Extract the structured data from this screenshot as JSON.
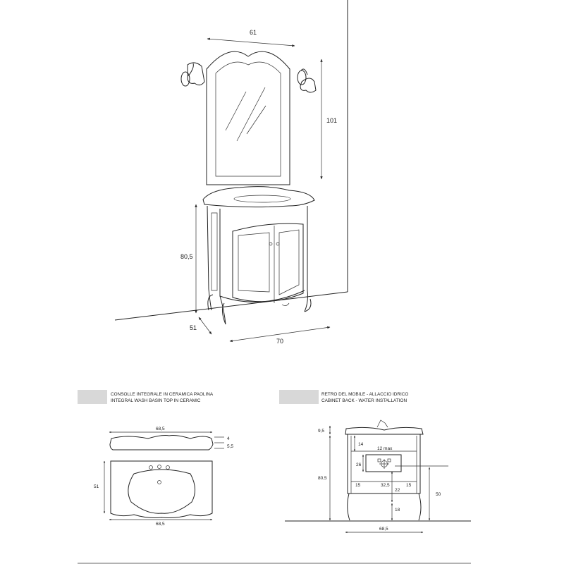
{
  "main_view": {
    "mirror_width": "61",
    "mirror_height": "101",
    "cabinet_height": "80,5",
    "cabinet_depth": "51",
    "cabinet_width": "70"
  },
  "basin_section": {
    "caption_it": "CONSOLLE INTEGRALE IN CERAMICA  PAOLINA",
    "caption_en": "INTEGRAL WASH BASIN TOP IN CERAMIC",
    "top_width": "68,5",
    "thickness_a": "4",
    "thickness_b": "5,5",
    "plan_depth": "51",
    "plan_width": "68,5"
  },
  "back_section": {
    "caption_it": "RETRO DEL MOBILE - ALLACCIO IDRICO",
    "caption_en": "CABINET BACK - WATER INSTALLATION",
    "top_offset": "9,5",
    "total_height": "80,5",
    "top_gap": "14",
    "max_note": "12 max",
    "opening_height": "26",
    "left_margin": "15",
    "opening_width": "32,5",
    "right_margin": "15",
    "gap_below": "22",
    "base_height": "18",
    "outlet_height": "50",
    "base_width": "68,5"
  }
}
